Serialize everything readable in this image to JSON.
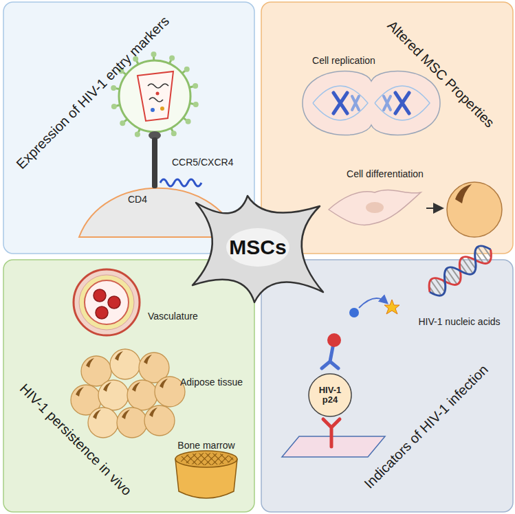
{
  "diagram": {
    "nodes": [
      {
        "text": [
          "Expression of HIV-1 entry markers"
        ]
      },
      {
        "text": [
          "Altered MSC Properties"
        ]
      },
      {
        "text": [
          "HIV-1 persistence in vivo"
        ]
      },
      {
        "text": [
          "Indicators of HIV-1 infection"
        ]
      },
      {
        "text": [
          "MSCs"
        ]
      },
      {
        "text": [
          "HIV-1 p24"
        ],
        "in": 3
      }
    ],
    "edges": [],
    "labels": [
      "CCR5/CXCR4",
      "CD4",
      "Cell replication",
      "Cell differentiation",
      "Vasculature",
      "Adipose tissue",
      "Bone marrow",
      "HIV-1 nucleic acids"
    ]
  }
}
